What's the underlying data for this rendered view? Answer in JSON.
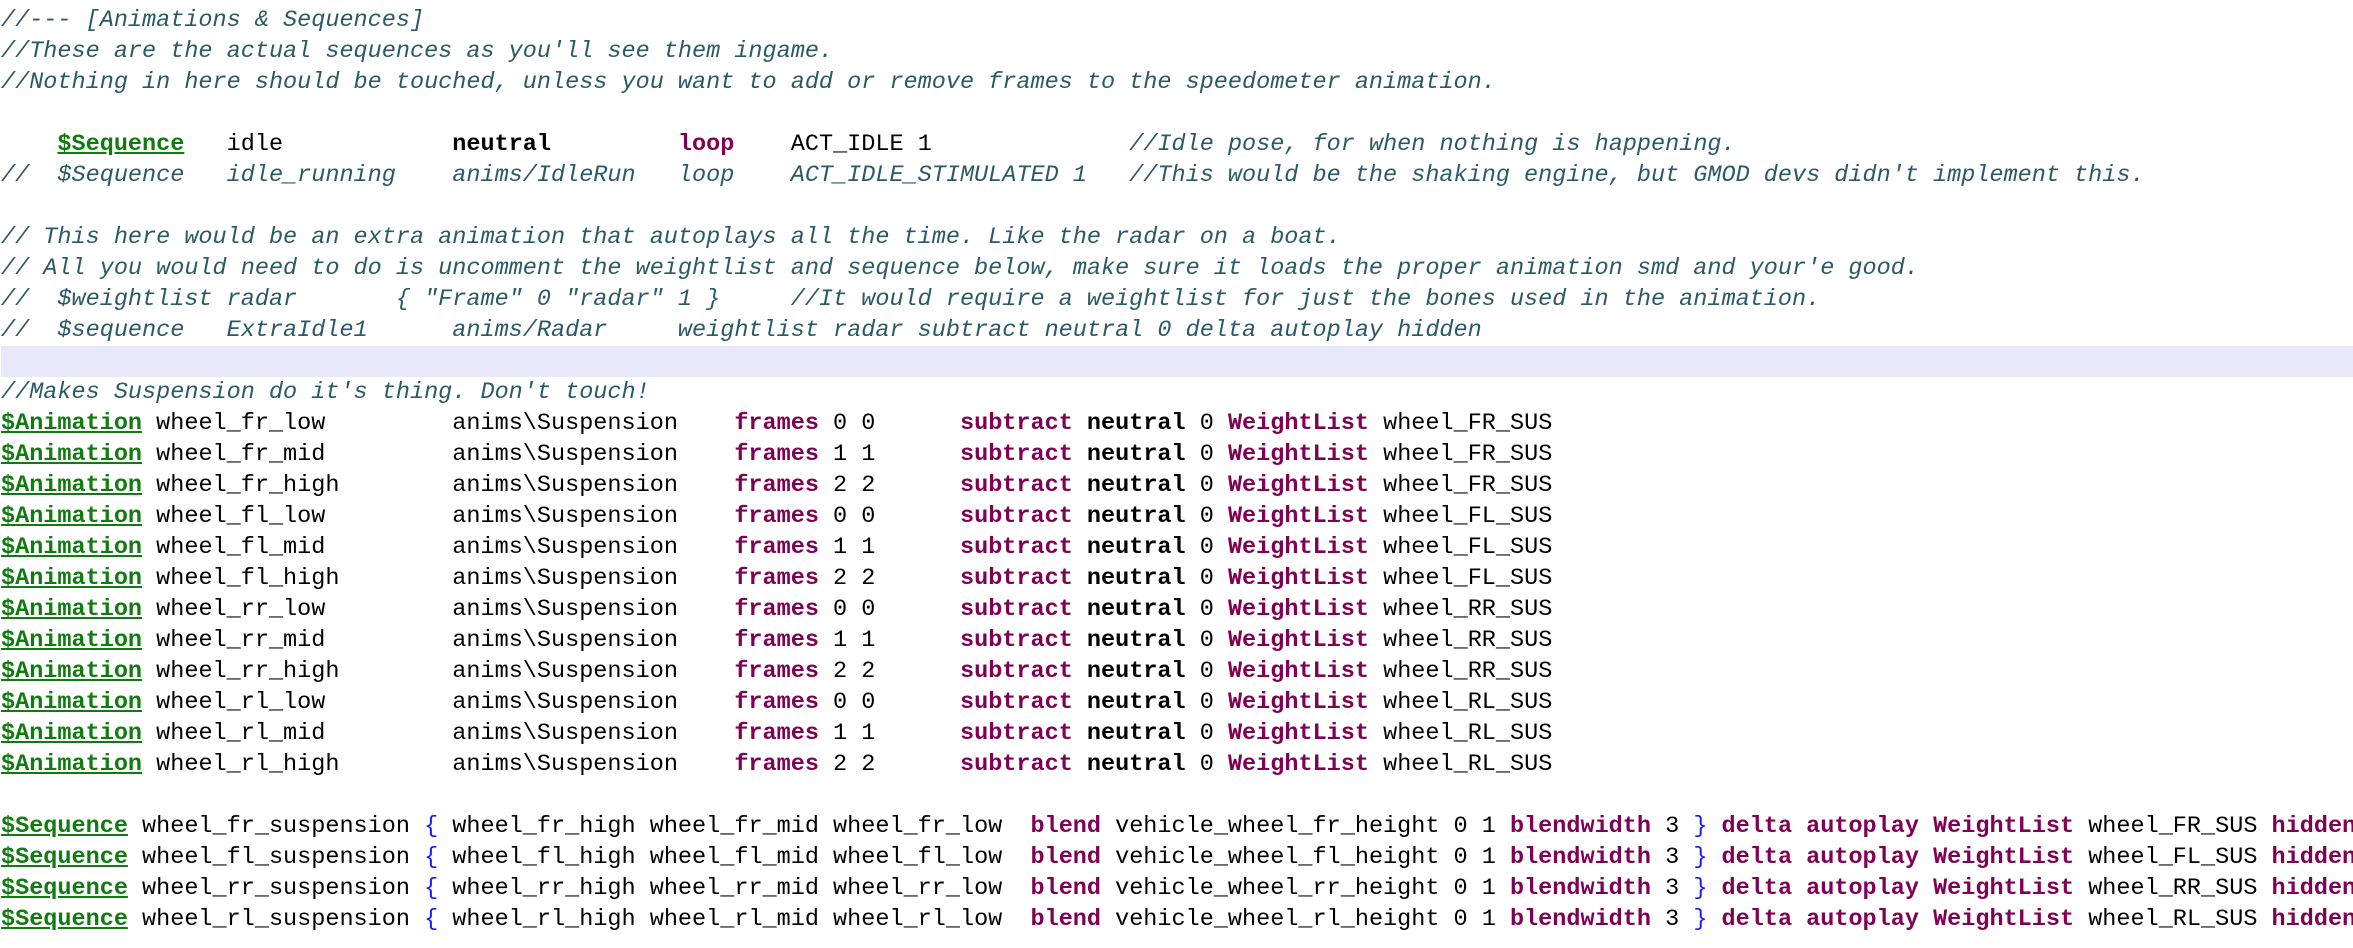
{
  "editor": {
    "highlighted_line": 11,
    "lines": [
      [
        [
          "c",
          "//--- [Animations & Sequences]"
        ]
      ],
      [
        [
          "c",
          "//These are the actual sequences as you'll see them ingame."
        ]
      ],
      [
        [
          "c",
          "//Nothing in here should be touched, unless you want to add or remove frames to the speedometer animation."
        ]
      ],
      [],
      [
        [
          "p",
          "    "
        ],
        [
          "g",
          "$Sequence"
        ],
        [
          "p",
          "   idle            "
        ],
        [
          "b",
          "neutral"
        ],
        [
          "p",
          "         "
        ],
        [
          "k",
          "loop"
        ],
        [
          "p",
          "    ACT_IDLE 1              "
        ],
        [
          "c",
          "//Idle pose, for when nothing is happening."
        ]
      ],
      [
        [
          "c",
          "//  $Sequence   idle_running    anims/IdleRun   loop    ACT_IDLE_STIMULATED 1   //This would be the shaking engine, but GMOD devs didn't implement this."
        ]
      ],
      [],
      [
        [
          "c",
          "// This here would be an extra animation that autoplays all the time. Like the radar on a boat."
        ]
      ],
      [
        [
          "c",
          "// All you would need to do is uncomment the weightlist and sequence below, make sure it loads the proper animation smd and your'e good."
        ]
      ],
      [
        [
          "c",
          "//  $weightlist radar       { \"Frame\" 0 \"radar\" 1 }     //It would require a weightlist for just the bones used in the animation."
        ]
      ],
      [
        [
          "c",
          "//  $sequence   ExtraIdle1      anims/Radar     weightlist radar subtract neutral 0 delta autoplay hidden"
        ]
      ],
      [],
      [
        [
          "c",
          "//Makes Suspension do it's thing. Don't touch!"
        ]
      ],
      [
        [
          "g",
          "$Animation"
        ],
        [
          "p",
          " wheel_fr_low         anims\\Suspension    "
        ],
        [
          "k",
          "frames"
        ],
        [
          "p",
          " 0 0      "
        ],
        [
          "k",
          "subtract"
        ],
        [
          "p",
          " "
        ],
        [
          "b",
          "neutral"
        ],
        [
          "p",
          " 0 "
        ],
        [
          "k",
          "WeightList"
        ],
        [
          "p",
          " wheel_FR_SUS"
        ]
      ],
      [
        [
          "g",
          "$Animation"
        ],
        [
          "p",
          " wheel_fr_mid         anims\\Suspension    "
        ],
        [
          "k",
          "frames"
        ],
        [
          "p",
          " 1 1      "
        ],
        [
          "k",
          "subtract"
        ],
        [
          "p",
          " "
        ],
        [
          "b",
          "neutral"
        ],
        [
          "p",
          " 0 "
        ],
        [
          "k",
          "WeightList"
        ],
        [
          "p",
          " wheel_FR_SUS"
        ]
      ],
      [
        [
          "g",
          "$Animation"
        ],
        [
          "p",
          " wheel_fr_high        anims\\Suspension    "
        ],
        [
          "k",
          "frames"
        ],
        [
          "p",
          " 2 2      "
        ],
        [
          "k",
          "subtract"
        ],
        [
          "p",
          " "
        ],
        [
          "b",
          "neutral"
        ],
        [
          "p",
          " 0 "
        ],
        [
          "k",
          "WeightList"
        ],
        [
          "p",
          " wheel_FR_SUS"
        ]
      ],
      [
        [
          "g",
          "$Animation"
        ],
        [
          "p",
          " wheel_fl_low         anims\\Suspension    "
        ],
        [
          "k",
          "frames"
        ],
        [
          "p",
          " 0 0      "
        ],
        [
          "k",
          "subtract"
        ],
        [
          "p",
          " "
        ],
        [
          "b",
          "neutral"
        ],
        [
          "p",
          " 0 "
        ],
        [
          "k",
          "WeightList"
        ],
        [
          "p",
          " wheel_FL_SUS"
        ]
      ],
      [
        [
          "g",
          "$Animation"
        ],
        [
          "p",
          " wheel_fl_mid         anims\\Suspension    "
        ],
        [
          "k",
          "frames"
        ],
        [
          "p",
          " 1 1      "
        ],
        [
          "k",
          "subtract"
        ],
        [
          "p",
          " "
        ],
        [
          "b",
          "neutral"
        ],
        [
          "p",
          " 0 "
        ],
        [
          "k",
          "WeightList"
        ],
        [
          "p",
          " wheel_FL_SUS"
        ]
      ],
      [
        [
          "g",
          "$Animation"
        ],
        [
          "p",
          " wheel_fl_high        anims\\Suspension    "
        ],
        [
          "k",
          "frames"
        ],
        [
          "p",
          " 2 2      "
        ],
        [
          "k",
          "subtract"
        ],
        [
          "p",
          " "
        ],
        [
          "b",
          "neutral"
        ],
        [
          "p",
          " 0 "
        ],
        [
          "k",
          "WeightList"
        ],
        [
          "p",
          " wheel_FL_SUS"
        ]
      ],
      [
        [
          "g",
          "$Animation"
        ],
        [
          "p",
          " wheel_rr_low         anims\\Suspension    "
        ],
        [
          "k",
          "frames"
        ],
        [
          "p",
          " 0 0      "
        ],
        [
          "k",
          "subtract"
        ],
        [
          "p",
          " "
        ],
        [
          "b",
          "neutral"
        ],
        [
          "p",
          " 0 "
        ],
        [
          "k",
          "WeightList"
        ],
        [
          "p",
          " wheel_RR_SUS"
        ]
      ],
      [
        [
          "g",
          "$Animation"
        ],
        [
          "p",
          " wheel_rr_mid         anims\\Suspension    "
        ],
        [
          "k",
          "frames"
        ],
        [
          "p",
          " 1 1      "
        ],
        [
          "k",
          "subtract"
        ],
        [
          "p",
          " "
        ],
        [
          "b",
          "neutral"
        ],
        [
          "p",
          " 0 "
        ],
        [
          "k",
          "WeightList"
        ],
        [
          "p",
          " wheel_RR_SUS"
        ]
      ],
      [
        [
          "g",
          "$Animation"
        ],
        [
          "p",
          " wheel_rr_high        anims\\Suspension    "
        ],
        [
          "k",
          "frames"
        ],
        [
          "p",
          " 2 2      "
        ],
        [
          "k",
          "subtract"
        ],
        [
          "p",
          " "
        ],
        [
          "b",
          "neutral"
        ],
        [
          "p",
          " 0 "
        ],
        [
          "k",
          "WeightList"
        ],
        [
          "p",
          " wheel_RR_SUS"
        ]
      ],
      [
        [
          "g",
          "$Animation"
        ],
        [
          "p",
          " wheel_rl_low         anims\\Suspension    "
        ],
        [
          "k",
          "frames"
        ],
        [
          "p",
          " 0 0      "
        ],
        [
          "k",
          "subtract"
        ],
        [
          "p",
          " "
        ],
        [
          "b",
          "neutral"
        ],
        [
          "p",
          " 0 "
        ],
        [
          "k",
          "WeightList"
        ],
        [
          "p",
          " wheel_RL_SUS"
        ]
      ],
      [
        [
          "g",
          "$Animation"
        ],
        [
          "p",
          " wheel_rl_mid         anims\\Suspension    "
        ],
        [
          "k",
          "frames"
        ],
        [
          "p",
          " 1 1      "
        ],
        [
          "k",
          "subtract"
        ],
        [
          "p",
          " "
        ],
        [
          "b",
          "neutral"
        ],
        [
          "p",
          " 0 "
        ],
        [
          "k",
          "WeightList"
        ],
        [
          "p",
          " wheel_RL_SUS"
        ]
      ],
      [
        [
          "g",
          "$Animation"
        ],
        [
          "p",
          " wheel_rl_high        anims\\Suspension    "
        ],
        [
          "k",
          "frames"
        ],
        [
          "p",
          " 2 2      "
        ],
        [
          "k",
          "subtract"
        ],
        [
          "p",
          " "
        ],
        [
          "b",
          "neutral"
        ],
        [
          "p",
          " 0 "
        ],
        [
          "k",
          "WeightList"
        ],
        [
          "p",
          " wheel_RL_SUS"
        ]
      ],
      [],
      [
        [
          "g",
          "$Sequence"
        ],
        [
          "p",
          " wheel_fr_suspension "
        ],
        [
          "br",
          "{"
        ],
        [
          "p",
          " wheel_fr_high wheel_fr_mid wheel_fr_low  "
        ],
        [
          "k",
          "blend"
        ],
        [
          "p",
          " vehicle_wheel_fr_height 0 1 "
        ],
        [
          "k",
          "blendwidth"
        ],
        [
          "p",
          " 3 "
        ],
        [
          "br",
          "}"
        ],
        [
          "p",
          " "
        ],
        [
          "k",
          "delta autoplay WeightList"
        ],
        [
          "p",
          " wheel_FR_SUS "
        ],
        [
          "k",
          "hidden"
        ]
      ],
      [
        [
          "g",
          "$Sequence"
        ],
        [
          "p",
          " wheel_fl_suspension "
        ],
        [
          "br",
          "{"
        ],
        [
          "p",
          " wheel_fl_high wheel_fl_mid wheel_fl_low  "
        ],
        [
          "k",
          "blend"
        ],
        [
          "p",
          " vehicle_wheel_fl_height 0 1 "
        ],
        [
          "k",
          "blendwidth"
        ],
        [
          "p",
          " 3 "
        ],
        [
          "br",
          "}"
        ],
        [
          "p",
          " "
        ],
        [
          "k",
          "delta autoplay WeightList"
        ],
        [
          "p",
          " wheel_FL_SUS "
        ],
        [
          "k",
          "hidden"
        ]
      ],
      [
        [
          "g",
          "$Sequence"
        ],
        [
          "p",
          " wheel_rr_suspension "
        ],
        [
          "br",
          "{"
        ],
        [
          "p",
          " wheel_rr_high wheel_rr_mid wheel_rr_low  "
        ],
        [
          "k",
          "blend"
        ],
        [
          "p",
          " vehicle_wheel_rr_height 0 1 "
        ],
        [
          "k",
          "blendwidth"
        ],
        [
          "p",
          " 3 "
        ],
        [
          "br",
          "}"
        ],
        [
          "p",
          " "
        ],
        [
          "k",
          "delta autoplay WeightList"
        ],
        [
          "p",
          " wheel_RR_SUS "
        ],
        [
          "k",
          "hidden"
        ]
      ],
      [
        [
          "g",
          "$Sequence"
        ],
        [
          "p",
          " wheel_rl_suspension "
        ],
        [
          "br",
          "{"
        ],
        [
          "p",
          " wheel_rl_high wheel_rl_mid wheel_rl_low  "
        ],
        [
          "k",
          "blend"
        ],
        [
          "p",
          " vehicle_wheel_rl_height 0 1 "
        ],
        [
          "k",
          "blendwidth"
        ],
        [
          "p",
          " 3 "
        ],
        [
          "br",
          "}"
        ],
        [
          "p",
          " "
        ],
        [
          "k",
          "delta autoplay WeightList"
        ],
        [
          "p",
          " wheel_RL_SUS "
        ],
        [
          "k",
          "hidden"
        ]
      ]
    ]
  }
}
